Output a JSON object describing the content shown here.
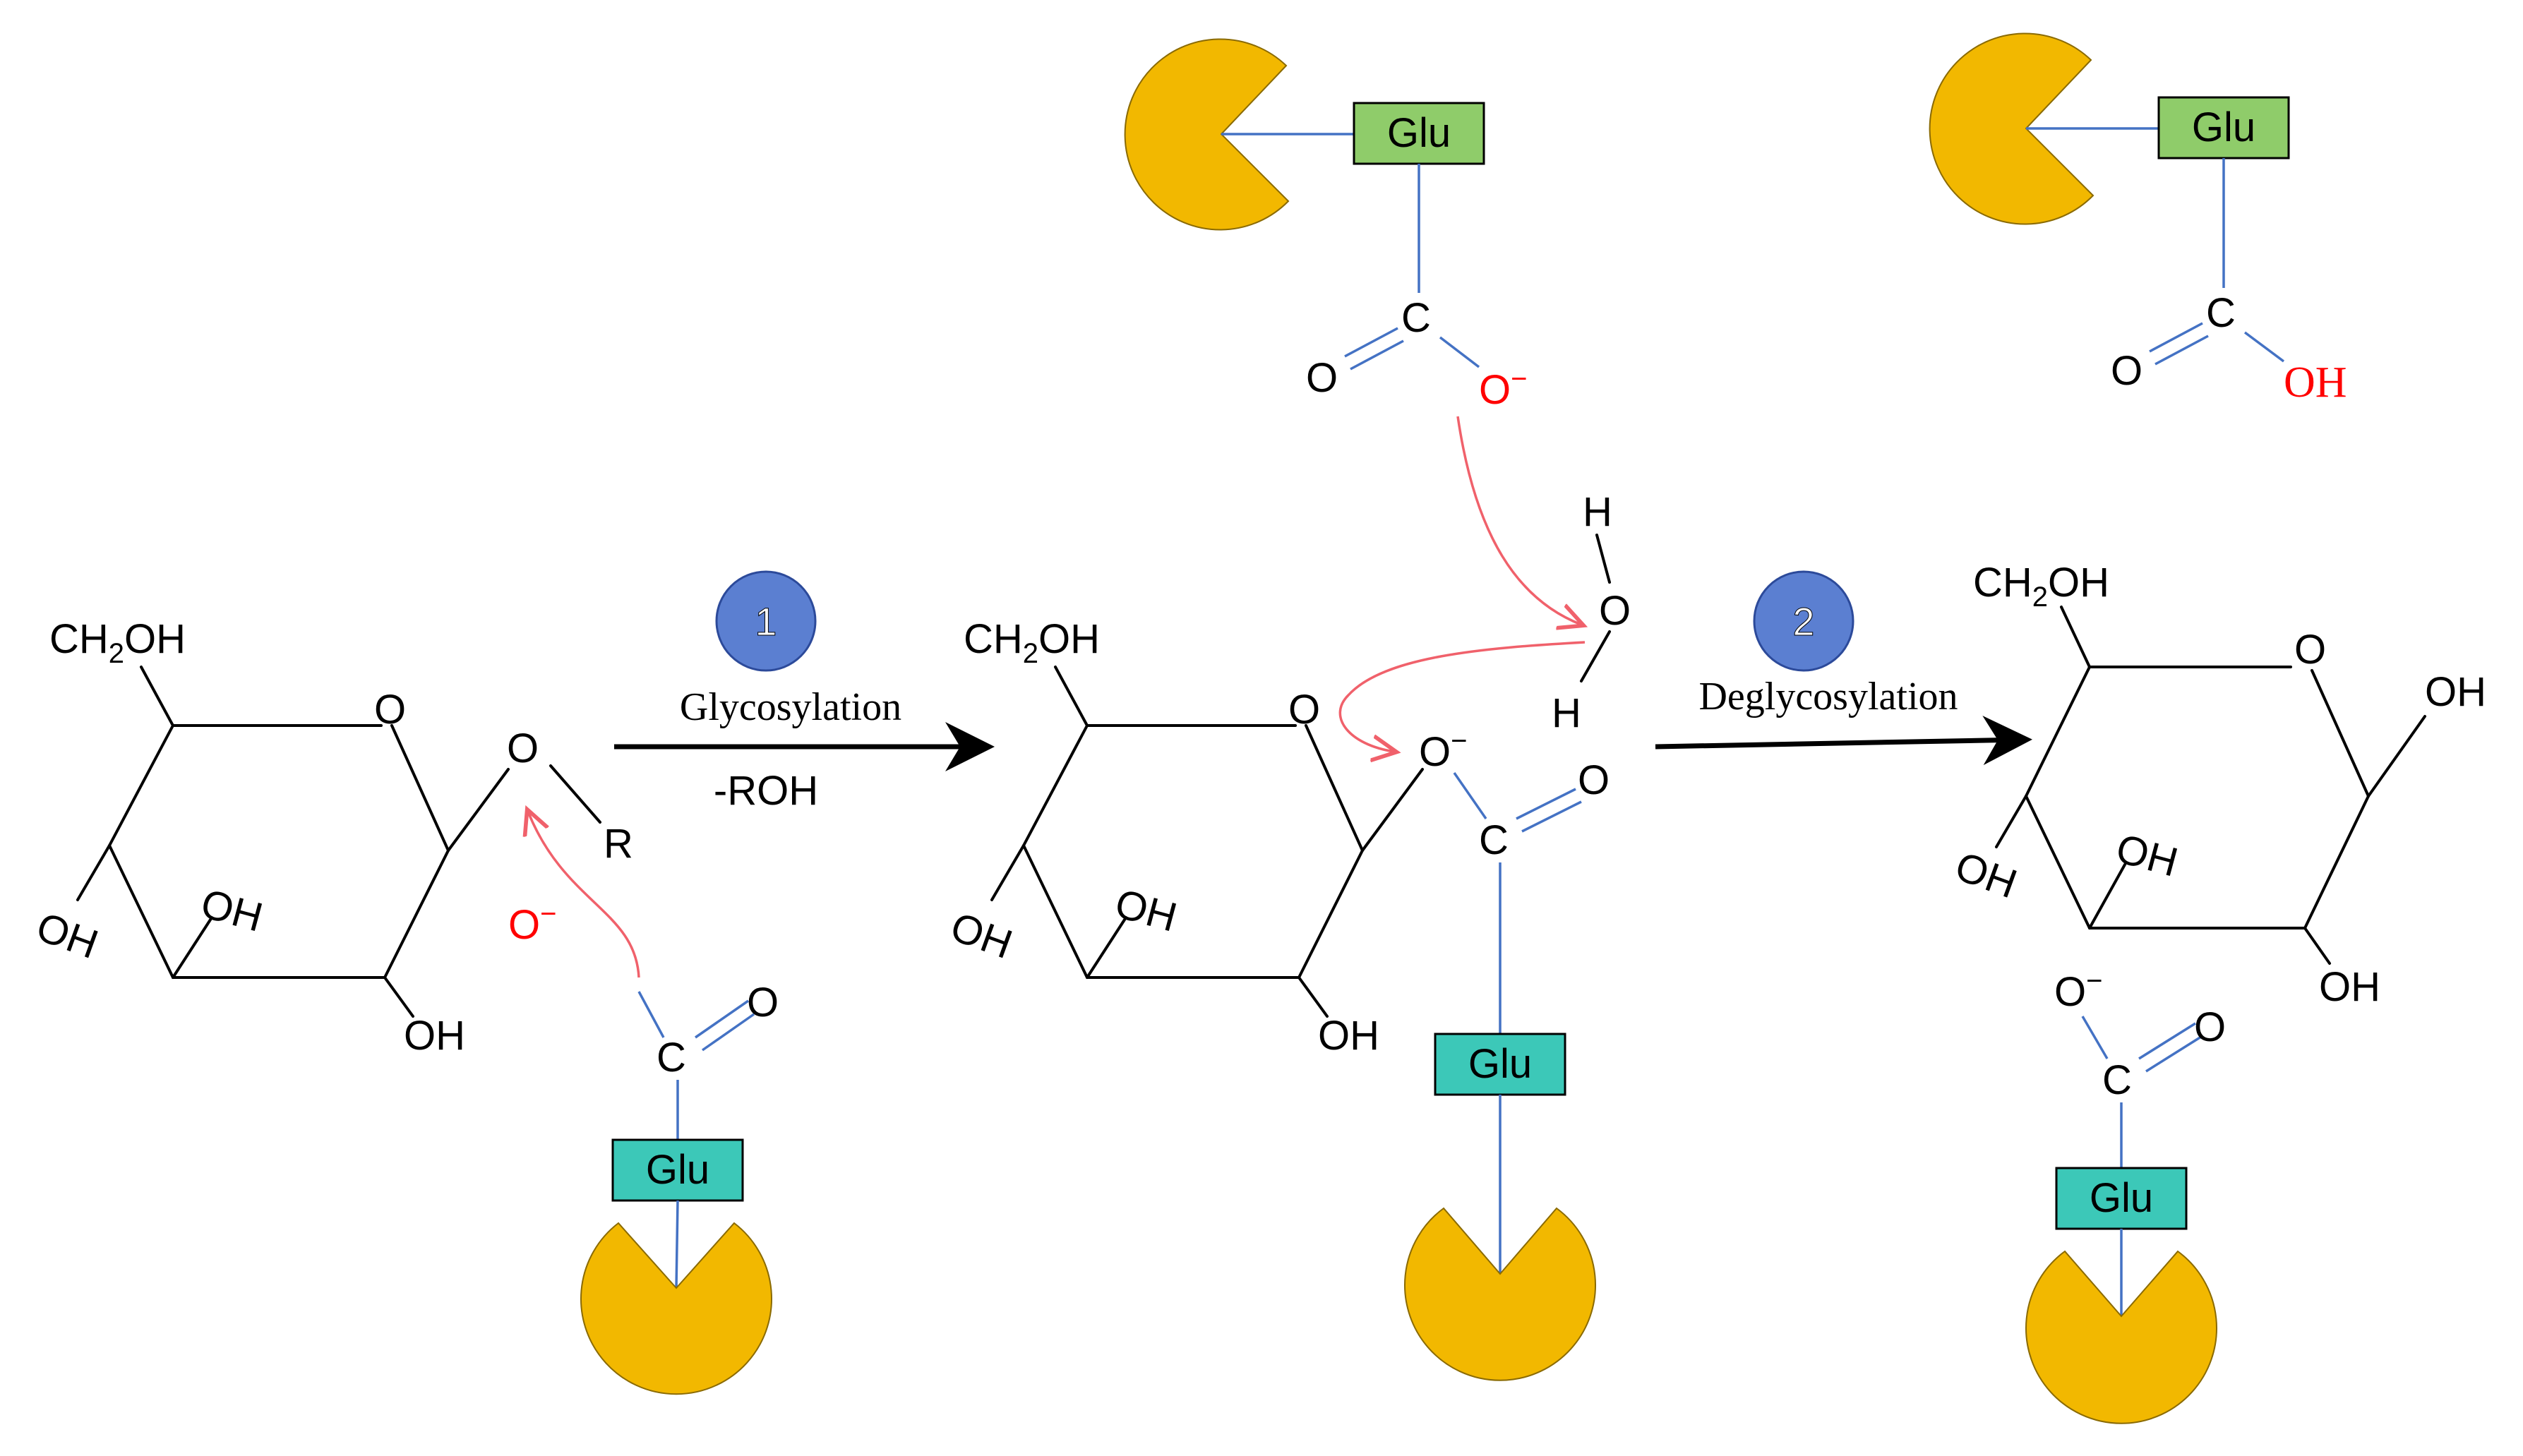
{
  "diagram": {
    "substrate": {
      "ch2oh": "CH",
      "ch2oh_sub": "2",
      "ch2oh_tail": "OH",
      "ring_o": "O",
      "glyco_o": "O",
      "r": "R",
      "oh_left": "OH",
      "oh_mid": "OH",
      "oh_bottom": "OH"
    },
    "nucleophile": {
      "o_minus": "O",
      "minus": "−",
      "c": "C",
      "o": "O",
      "glu": "Glu"
    },
    "step1": {
      "number": "1",
      "label": "Glycosylation",
      "sublabel": "-ROH"
    },
    "intermediate": {
      "ch2oh": "CH",
      "ch2oh_sub": "2",
      "ch2oh_tail": "OH",
      "ring_o": "O",
      "ester_o": "O",
      "ester_minus": "−",
      "c": "C",
      "o": "O",
      "oh_left": "OH",
      "oh_mid": "OH",
      "oh_bottom": "OH",
      "glu": "Glu"
    },
    "water": {
      "h_top": "H",
      "o": "O",
      "h_bottom": "H"
    },
    "base_top": {
      "glu": "Glu",
      "c": "C",
      "o": "O",
      "o_minus": "O",
      "minus": "−"
    },
    "step2": {
      "number": "2",
      "label": "Deglycosylation"
    },
    "product": {
      "ch2oh": "CH",
      "ch2oh_sub": "2",
      "ch2oh_tail": "OH",
      "ring_o": "O",
      "oh_right": "OH",
      "oh_left": "OH",
      "oh_mid": "OH",
      "oh_bottom": "OH"
    },
    "product_top": {
      "glu": "Glu",
      "c": "C",
      "o": "O",
      "oh": "OH"
    },
    "product_bottom": {
      "o_minus": "O",
      "minus": "−",
      "c": "C",
      "o": "O",
      "glu": "Glu"
    }
  }
}
